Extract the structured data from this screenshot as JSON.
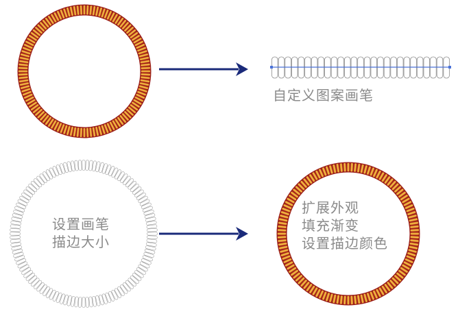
{
  "diagram": {
    "title": "",
    "steps": [
      {
        "id": "source-ring",
        "description": "Ornamental ring (goal)"
      },
      {
        "id": "pattern-brush",
        "caption": "自定义图案画笔"
      },
      {
        "id": "stroke-ring",
        "lines": [
          "设置画笔",
          "描边大小"
        ]
      },
      {
        "id": "final-ring",
        "lines": [
          "扩展外观",
          "填充渐变",
          "设置描边颜色"
        ]
      }
    ],
    "arrows": [
      {
        "from": "source-ring",
        "to": "pattern-brush"
      },
      {
        "from": "stroke-ring",
        "to": "final-ring"
      }
    ]
  },
  "colors": {
    "ring_dark": "#9b1f1a",
    "ring_orange": "#e8731f",
    "ring_yellow": "#f6c93a",
    "arrow": "#1a2a7a",
    "pattern_line": "#4a72d8",
    "outline_gray": "#9a9a9a",
    "text_gray": "#8a8a8a"
  },
  "pattern_segments": 27,
  "ring_segments": 120
}
